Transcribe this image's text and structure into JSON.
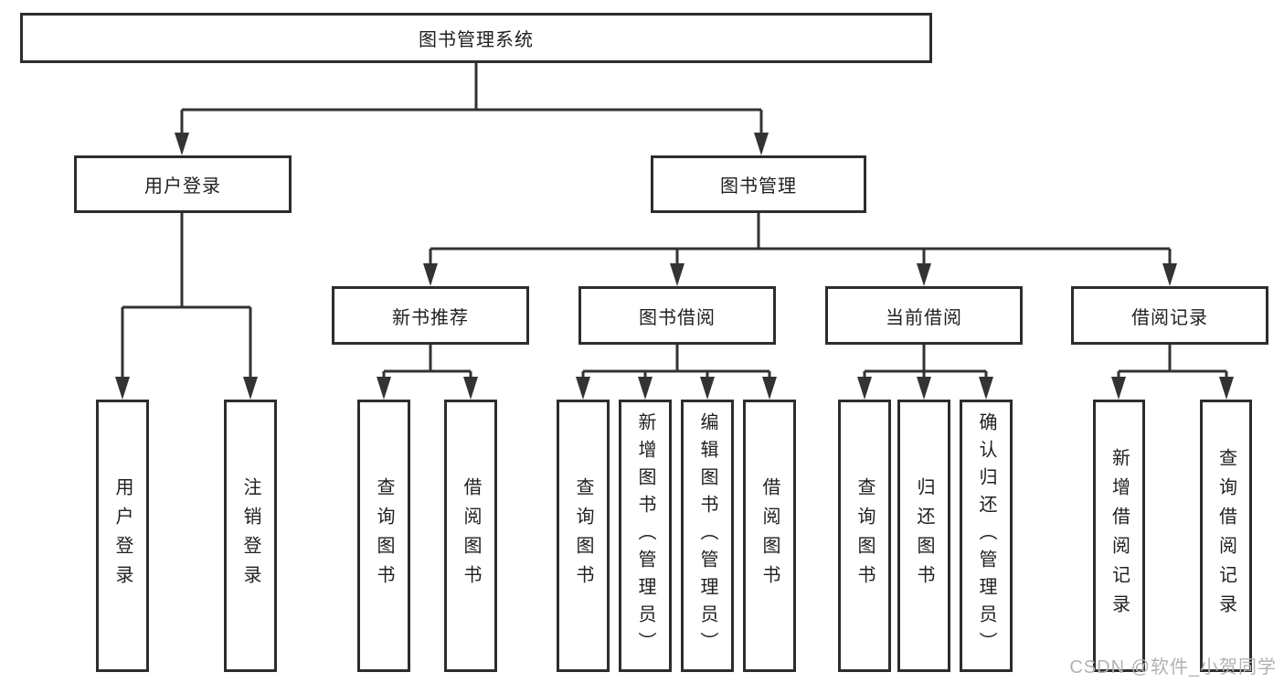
{
  "watermark": "CSDN @软件_小贺同学",
  "colors": {
    "background": "#ffffff",
    "line": "#333333",
    "border": "#2d2d2d",
    "text": "#1f1f1f",
    "watermark": "#b2b2b2"
  },
  "tree": {
    "label": "图书管理系统",
    "children": [
      {
        "label": "用户登录",
        "children": [
          {
            "label": "用户登录"
          },
          {
            "label": "注销登录"
          }
        ]
      },
      {
        "label": "图书管理",
        "children": [
          {
            "label": "新书推荐",
            "children": [
              {
                "label": "查询图书"
              },
              {
                "label": "借阅图书"
              }
            ]
          },
          {
            "label": "图书借阅",
            "children": [
              {
                "label": "查询图书"
              },
              {
                "label": "新增图书（管理员）"
              },
              {
                "label": "编辑图书（管理员）"
              },
              {
                "label": "借阅图书"
              }
            ]
          },
          {
            "label": "当前借阅",
            "children": [
              {
                "label": "查询图书"
              },
              {
                "label": "归还图书"
              },
              {
                "label": "确认归还（管理员）"
              }
            ]
          },
          {
            "label": "借阅记录",
            "children": [
              {
                "label": "新增借阅记录"
              },
              {
                "label": "查询借阅记录"
              }
            ]
          }
        ]
      }
    ]
  }
}
